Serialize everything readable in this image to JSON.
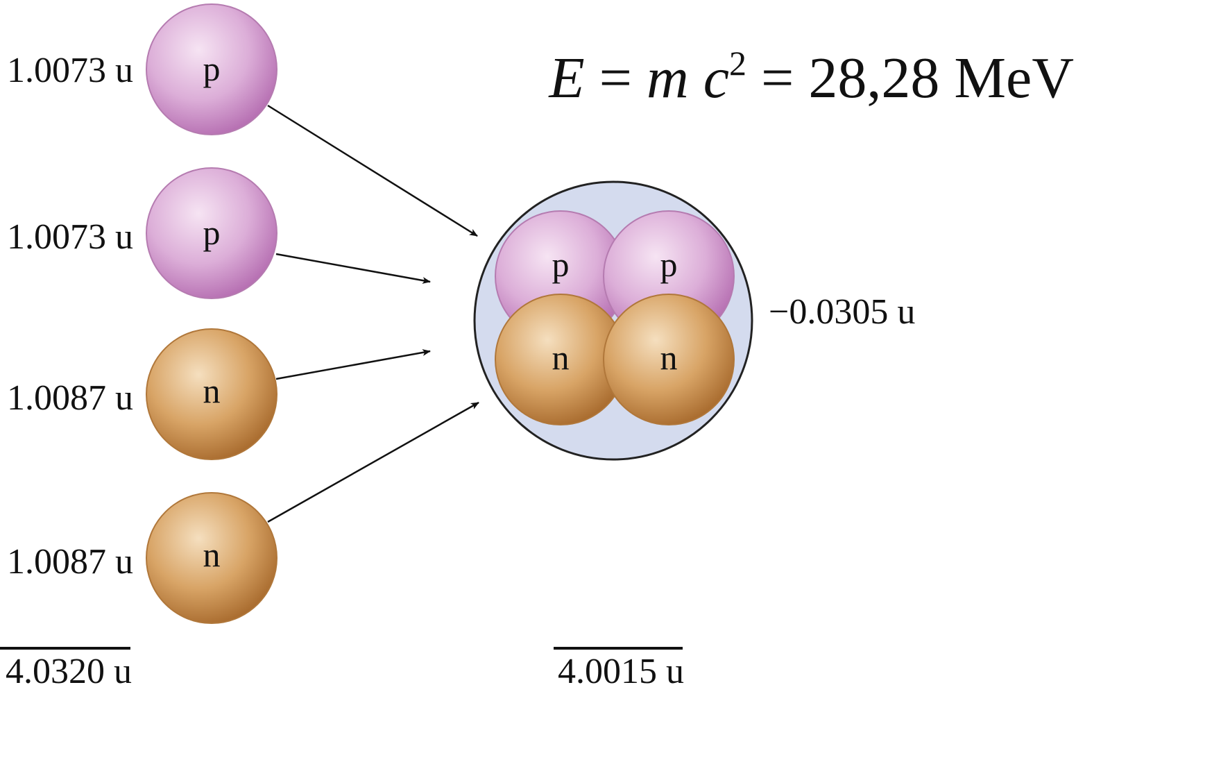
{
  "particles": [
    {
      "symbol": "p",
      "mass": "1.0073 u",
      "kind": "proton"
    },
    {
      "symbol": "p",
      "mass": "1.0073 u",
      "kind": "proton"
    },
    {
      "symbol": "n",
      "mass": "1.0087 u",
      "kind": "neutron"
    },
    {
      "symbol": "n",
      "mass": "1.0087 u",
      "kind": "neutron"
    }
  ],
  "nucleus": {
    "particles": [
      "p",
      "p",
      "n",
      "n"
    ],
    "mass_defect": "−0.0305 u"
  },
  "totals": {
    "separate": "4.0320 u",
    "nucleus": "4.0015 u"
  },
  "formula": {
    "E": "E",
    "eq1": " = ",
    "m": "m",
    "c": "c",
    "exp": "2",
    "eq2": " = 28,28 MeV"
  },
  "colors": {
    "proton": "#d9a6d4",
    "neutron": "#d7a266",
    "nucleus_fill": "#d4dbee"
  }
}
